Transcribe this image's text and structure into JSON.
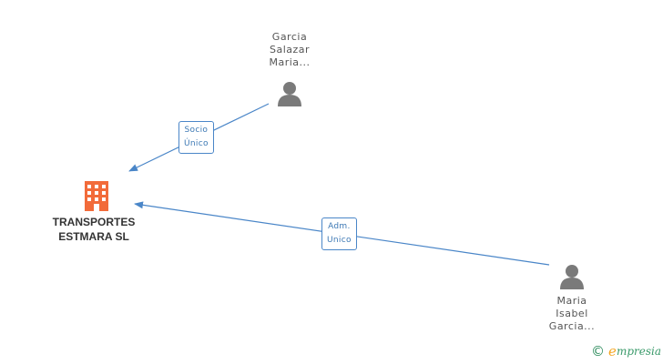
{
  "nodes": {
    "company": {
      "name_line1": "TRANSPORTES",
      "name_line2": "ESTMARA SL",
      "icon": "building-icon",
      "color": "#f26b3a"
    },
    "person_top": {
      "name_line1": "Garcia",
      "name_line2": "Salazar",
      "name_line3": "Maria...",
      "icon": "person-icon"
    },
    "person_bottom": {
      "name_line1": "Maria",
      "name_line2": "Isabel",
      "name_line3": "Garcia...",
      "icon": "person-icon"
    }
  },
  "edges": {
    "top_to_company": {
      "label_line1": "Socio",
      "label_line2": "Único"
    },
    "bottom_to_company": {
      "label_line1": "Adm.",
      "label_line2": "Unico"
    }
  },
  "colors": {
    "edge": "#4a86c8",
    "person_icon": "#7a7a7a",
    "company_icon": "#f26b3a"
  },
  "footer": {
    "copyright_symbol": "©",
    "brand_first": "e",
    "brand_rest": "mpresia"
  }
}
